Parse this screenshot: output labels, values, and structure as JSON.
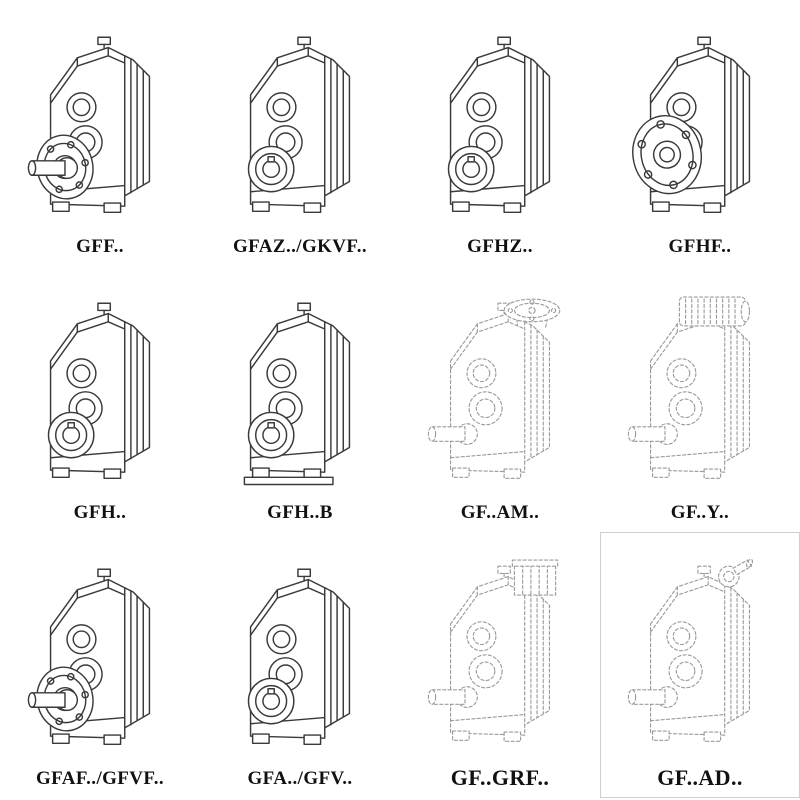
{
  "page": {
    "background": "#ffffff",
    "line_color": "#3a3a3a",
    "dashed_line_color": "#9a9aa0"
  },
  "grid": {
    "columns": 4,
    "rows": 3,
    "items": [
      {
        "id": "gff",
        "label": "GFF..",
        "line_style": "solid",
        "features": [
          "flange",
          "shaft"
        ]
      },
      {
        "id": "gfaz-gkvf",
        "label": "GFAZ../GKVF..",
        "line_style": "solid",
        "features": [
          "hollow"
        ]
      },
      {
        "id": "gfhz",
        "label": "GFHZ..",
        "line_style": "solid",
        "features": [
          "hollow"
        ]
      },
      {
        "id": "gfhf",
        "label": "GFHF..",
        "line_style": "solid",
        "features": [
          "bigflange"
        ]
      },
      {
        "id": "gfh",
        "label": "GFH..",
        "line_style": "solid",
        "features": [
          "hollow"
        ]
      },
      {
        "id": "gfh-b",
        "label": "GFH..B",
        "line_style": "solid",
        "features": [
          "hollow",
          "bplate"
        ]
      },
      {
        "id": "gf-am",
        "label": "GF..AM..",
        "line_style": "dashed",
        "features": [
          "plate",
          "shaft"
        ]
      },
      {
        "id": "gf-y",
        "label": "GF..Y..",
        "line_style": "dashed",
        "features": [
          "motor",
          "shaft"
        ]
      },
      {
        "id": "gfaf-gfvf",
        "label": "GFAF../GFVF..",
        "line_style": "solid",
        "features": [
          "flange",
          "shaft"
        ]
      },
      {
        "id": "gfa-gfv",
        "label": "GFA../GFV..",
        "line_style": "solid",
        "features": [
          "hollow"
        ]
      },
      {
        "id": "gf-grf",
        "label": "GF..GRF..",
        "line_style": "dashed",
        "features": [
          "adapter",
          "shaft"
        ],
        "emphasis": true
      },
      {
        "id": "gf-ad",
        "label": "GF..AD..",
        "line_style": "dashed",
        "features": [
          "adshaft",
          "shaft"
        ],
        "emphasis": true,
        "boxed": true
      }
    ]
  }
}
